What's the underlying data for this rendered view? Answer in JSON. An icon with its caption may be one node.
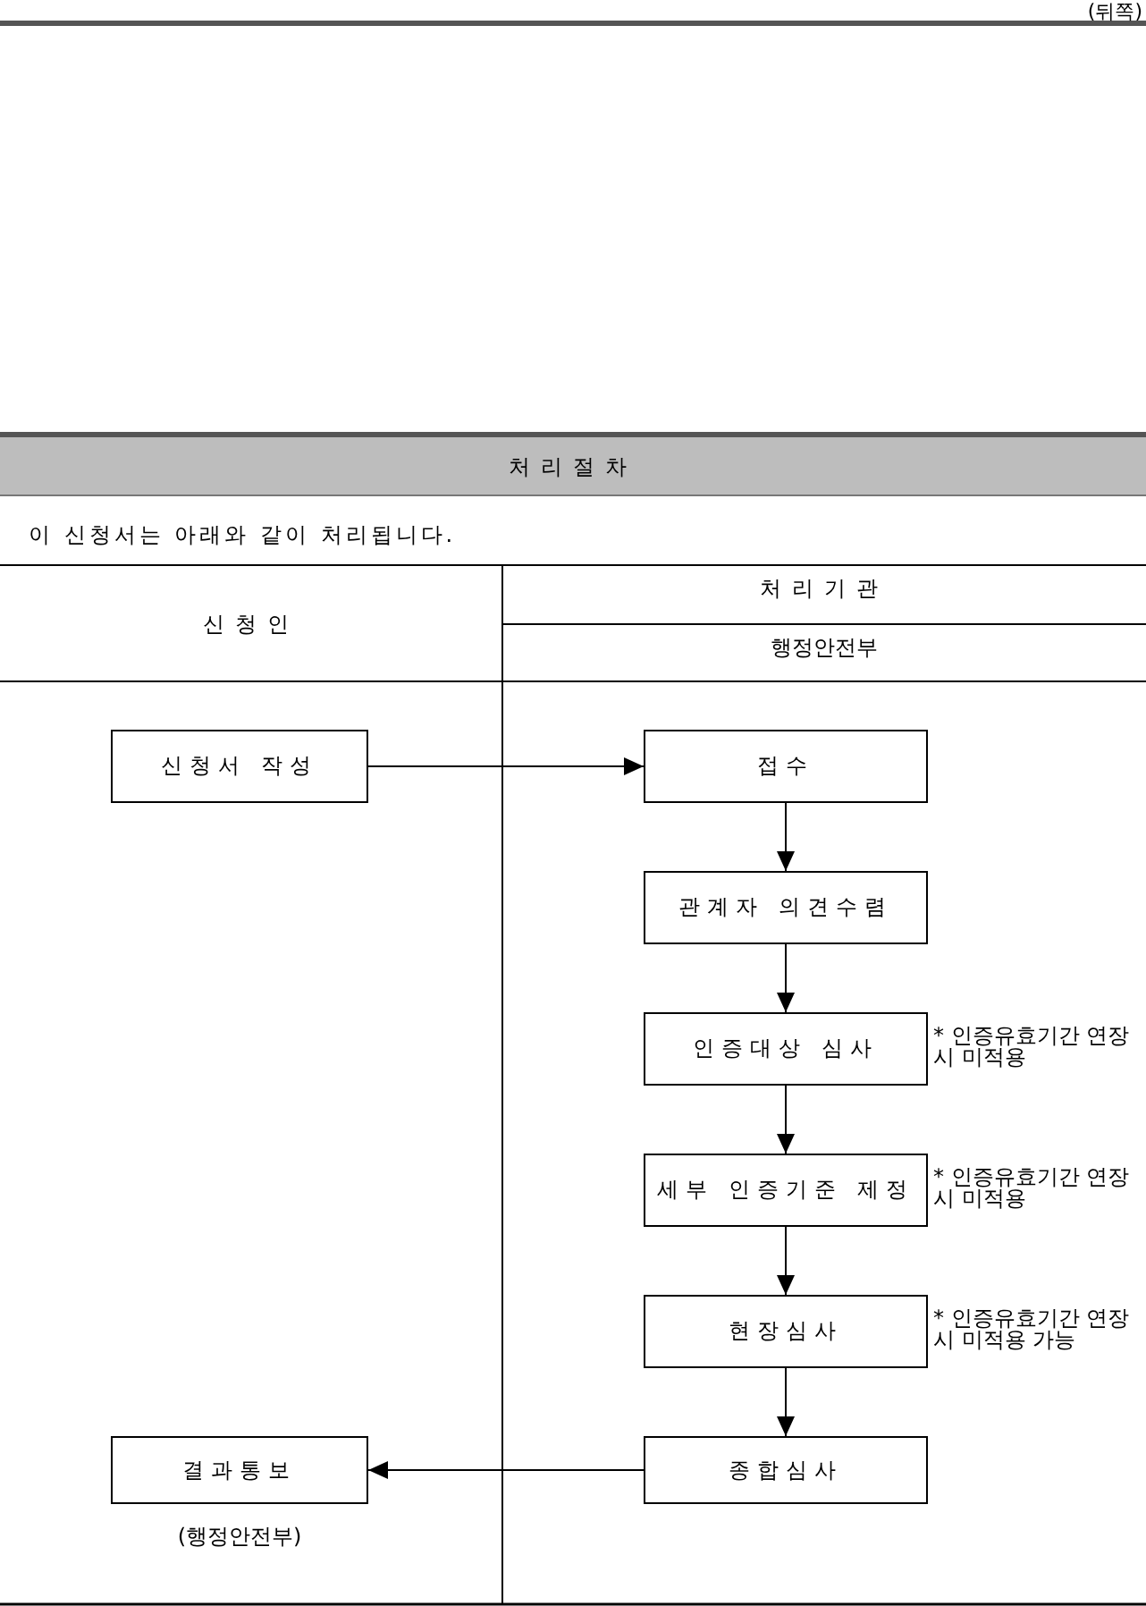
{
  "diagram": {
    "nodes": [
      {
        "text": [
          "신청서 작성"
        ]
      },
      {
        "text": [
          "접수"
        ]
      },
      {
        "text": [
          "관계자 의견수렴"
        ]
      },
      {
        "text": [
          "인증대상 심사"
        ],
        "beside": [
          "* 인증유효기간 연장시 미적용"
        ]
      },
      {
        "text": [
          "세부 인증기준 제정"
        ],
        "beside": [
          "* 인증유효기간 연장시 미적용"
        ]
      },
      {
        "text": [
          "현장심사"
        ],
        "beside": [
          "* 인증유효기간 연장시 미적용 가능"
        ]
      },
      {
        "text": [
          "종합심사"
        ]
      },
      {
        "text": [
          "결과통보"
        ],
        "beside": [
          "(행정안전부)"
        ]
      }
    ],
    "edges": [
      {
        "from": 0,
        "to": 1,
        "arrow": "to"
      },
      {
        "from": 1,
        "to": 2,
        "arrow": "to"
      },
      {
        "from": 2,
        "to": 3,
        "arrow": "to"
      },
      {
        "from": 3,
        "to": 4,
        "arrow": "to"
      },
      {
        "from": 4,
        "to": 5,
        "arrow": "to"
      },
      {
        "from": 5,
        "to": 6,
        "arrow": "to"
      },
      {
        "from": 6,
        "to": 7,
        "arrow": "to"
      }
    ],
    "labels": [
      "(뒤쪽)",
      "처리절차",
      "이 신청서는 아래와 같이 처리됩니다.",
      "신청인",
      "처리기관",
      "행정안전부"
    ]
  }
}
